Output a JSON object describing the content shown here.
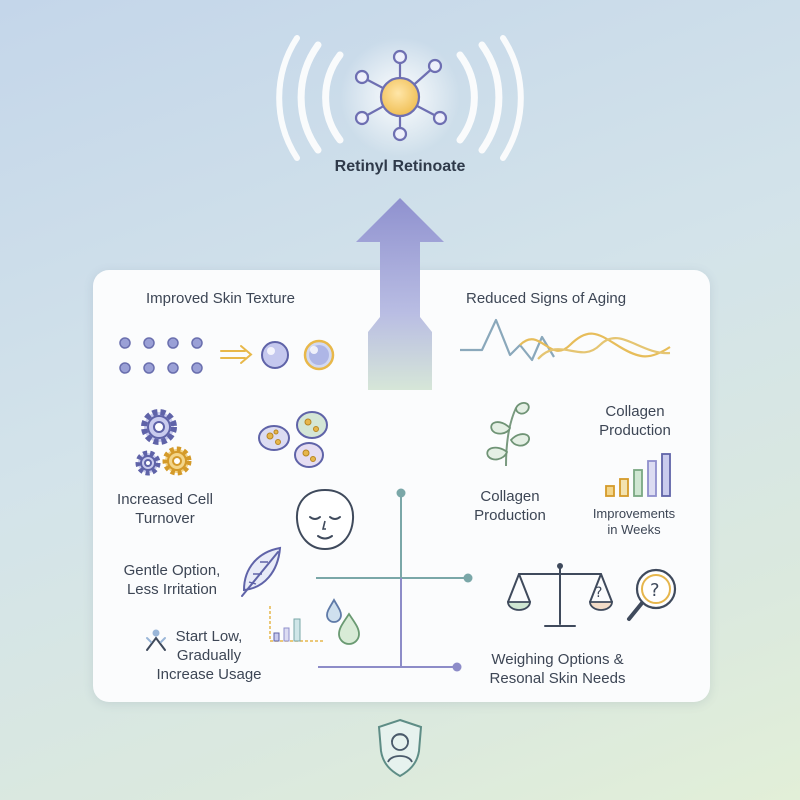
{
  "header": {
    "title": "Retinyl Retinoate",
    "hub_icon": "molecule-hub-icon",
    "accent_color": "#e8b84a"
  },
  "sections": {
    "texture": {
      "label": "Improved Skin Texture"
    },
    "aging": {
      "label": "Reduced Signs of Aging"
    },
    "turnover": {
      "label": "Increased Cell Turnover"
    },
    "collagen_left": {
      "label": "Collagen Production"
    },
    "collagen_right": {
      "label": "Collagen Production"
    },
    "improvements": {
      "label": "Improvements in Weeks"
    },
    "gentle": {
      "label": "Gentle Option, Less Irritation"
    },
    "start_low": {
      "label": "Start Low, Gradually Increase Usage"
    },
    "weighing": {
      "label": "Weighing Options & Resonal Skin Needs"
    }
  },
  "colors": {
    "purple": "#8f8fcc",
    "gold": "#e6b64c",
    "teal": "#7aa7a8",
    "green": "#9cc3a0",
    "arrow_top": "#9a9bd3",
    "arrow_bottom": "#cfe0d8"
  },
  "icons": [
    "gear-icon",
    "cells-icon",
    "face-icon",
    "leaf-icon",
    "feather-icon",
    "droplet-icon",
    "bar-chart-icon",
    "balance-scale-icon",
    "magnifier-question-icon",
    "shield-person-icon"
  ]
}
